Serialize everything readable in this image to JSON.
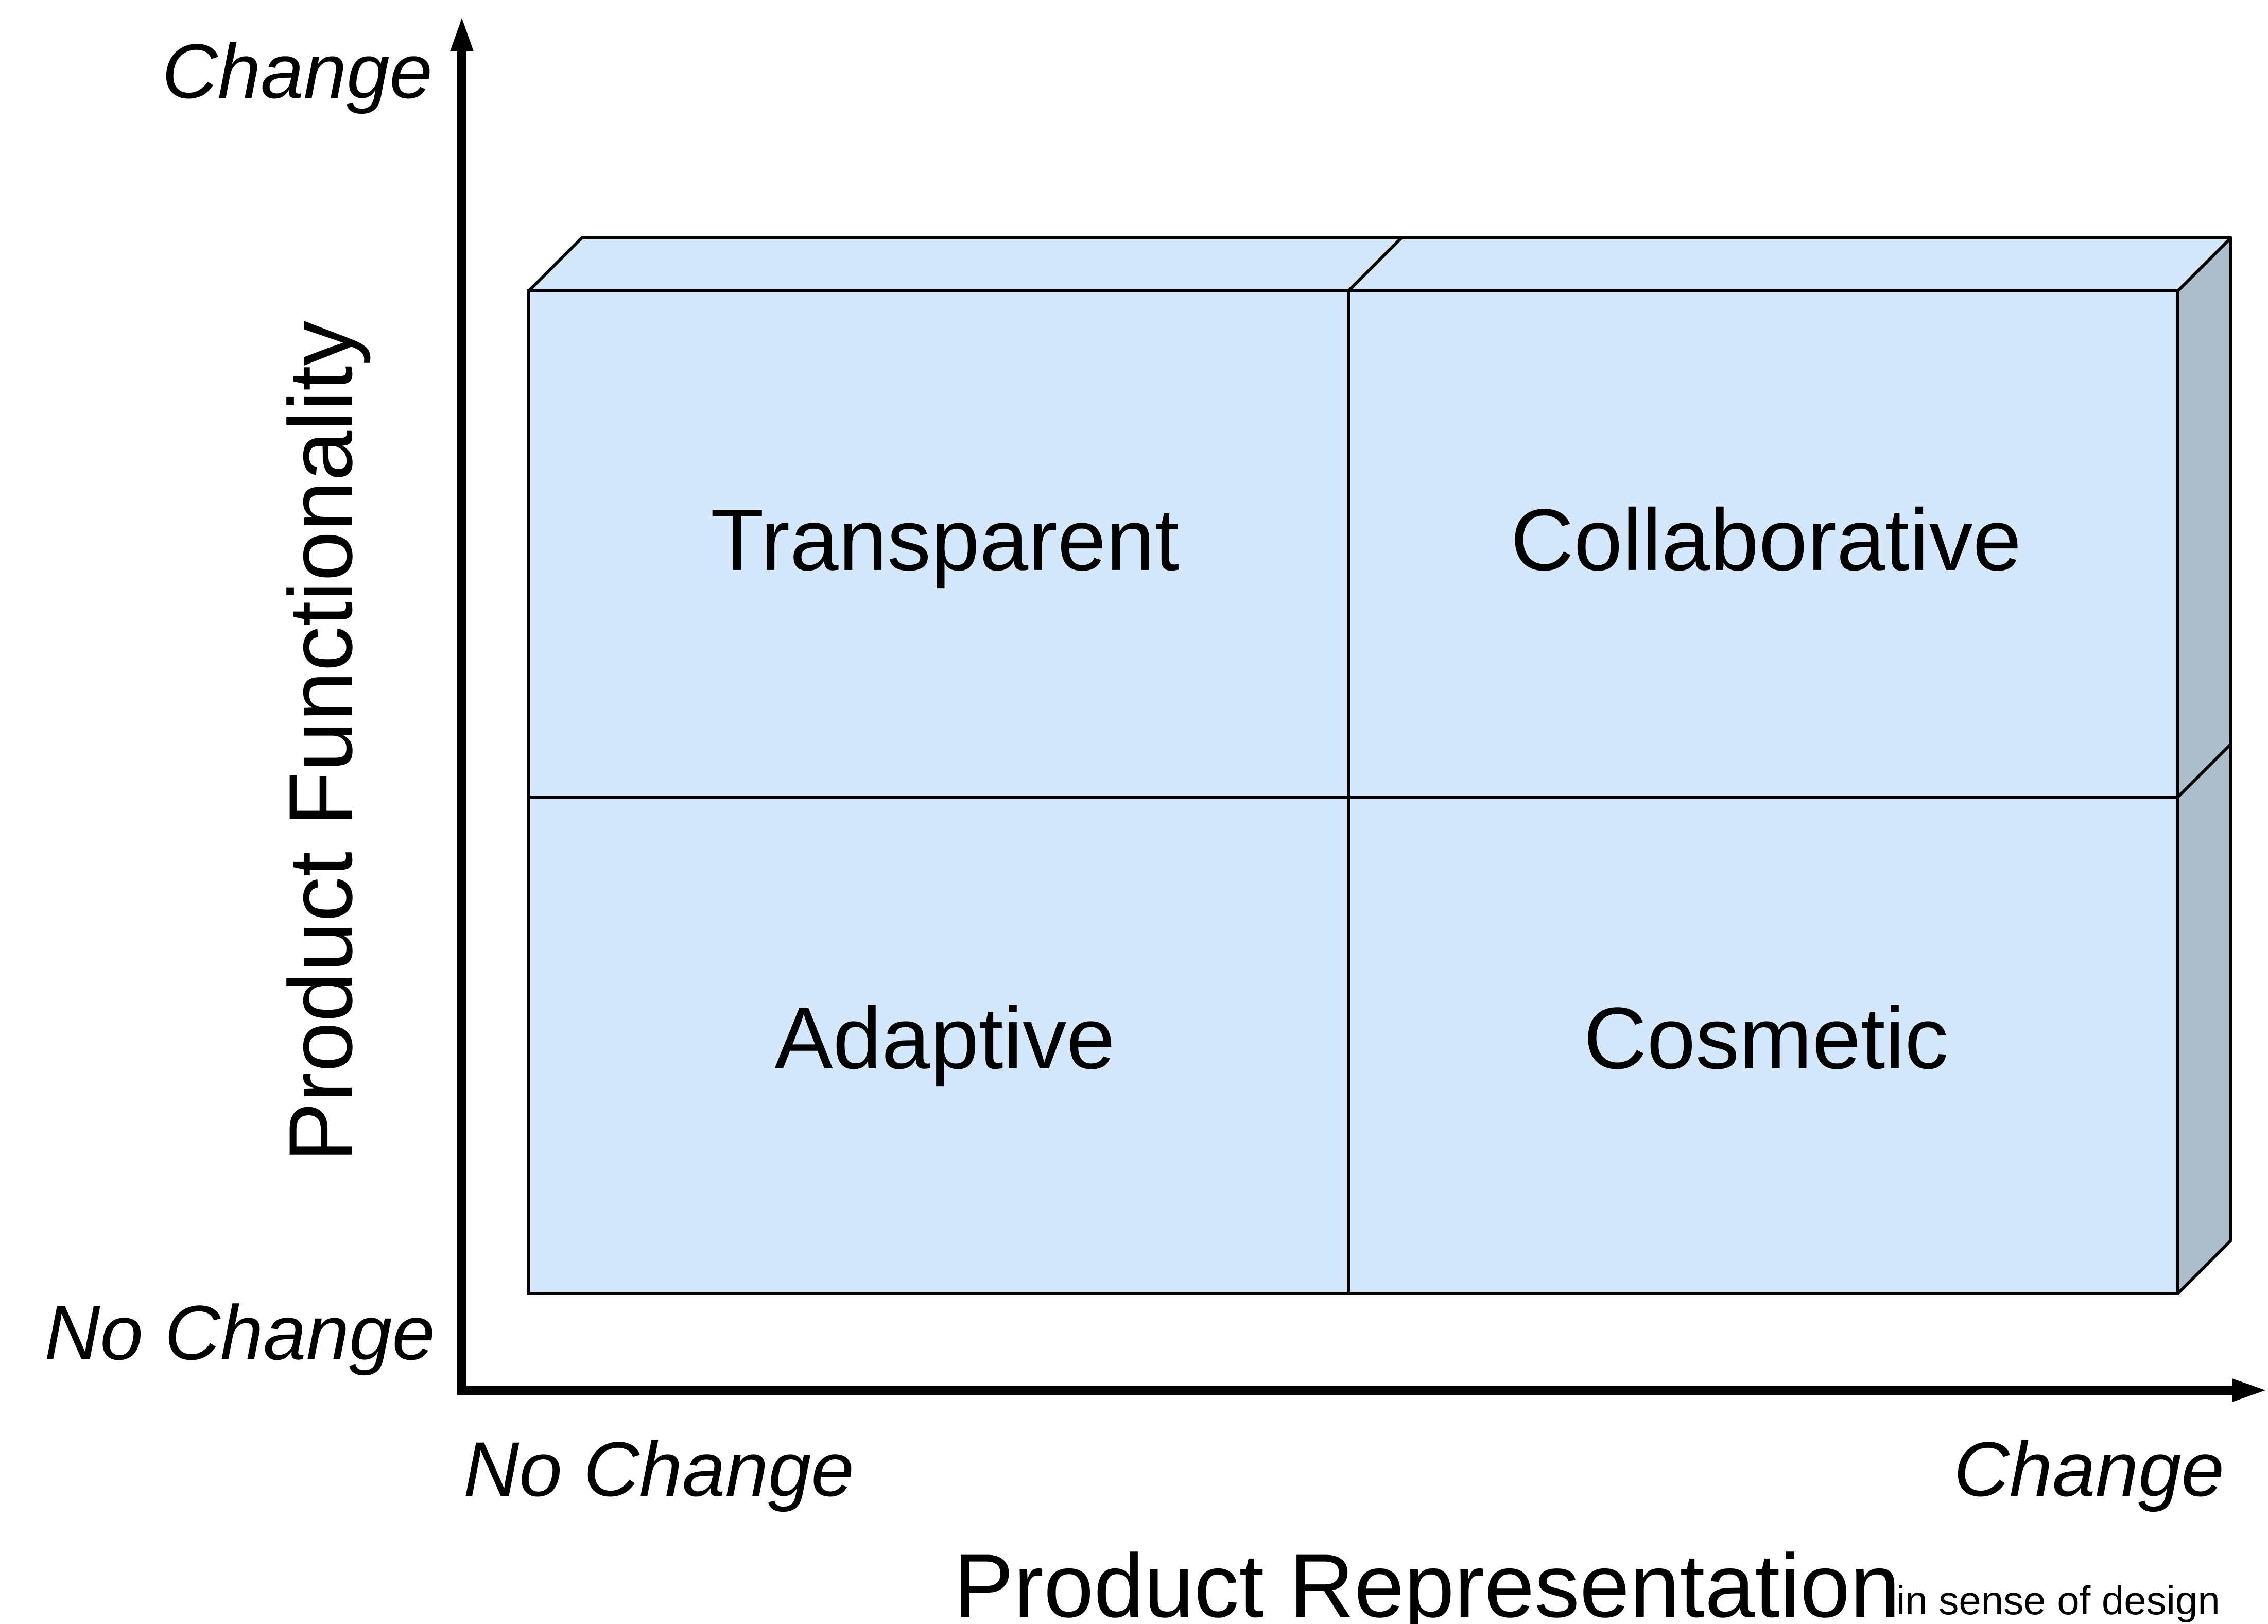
{
  "quadrants": {
    "top_left": "Transparent",
    "top_right": "Collaborative",
    "bottom_left": "Adaptive",
    "bottom_right": "Cosmetic"
  },
  "y_axis": {
    "title": "Product Functionality",
    "high_label": "Change",
    "low_label": "No Change"
  },
  "x_axis": {
    "title": "Product Representation",
    "subtitle": "in sense of design",
    "low_label": "No Change",
    "high_label": "Change"
  },
  "colors": {
    "face_front": "#d5e8fb",
    "face_side": "#adbfcd",
    "outline": "#000000"
  }
}
